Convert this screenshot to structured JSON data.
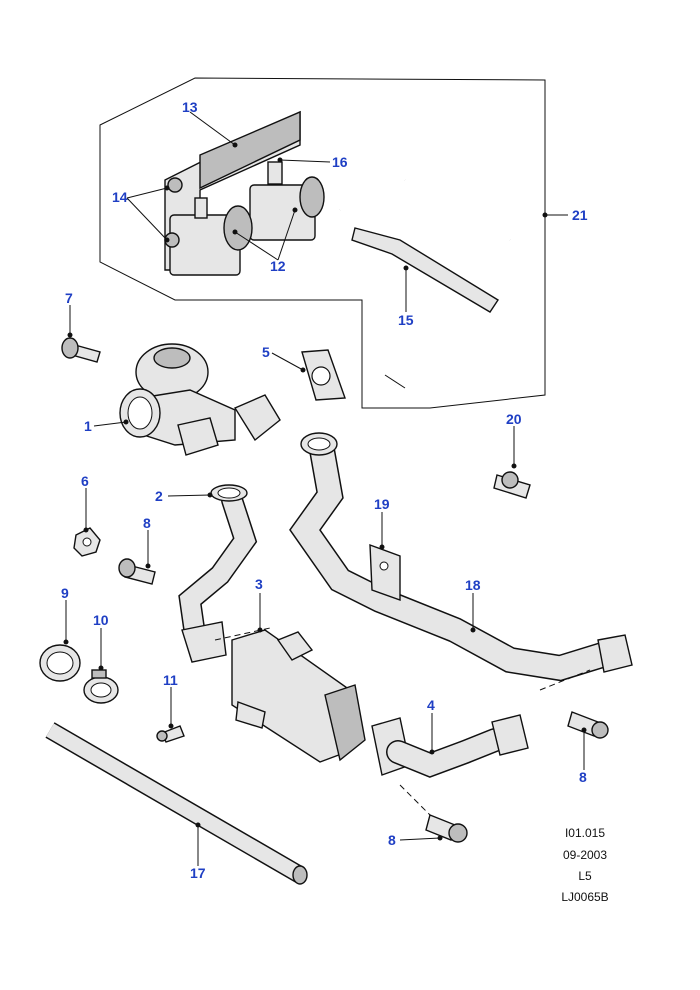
{
  "callouts": [
    {
      "id": "c1",
      "label": "1"
    },
    {
      "id": "c2",
      "label": "2"
    },
    {
      "id": "c3",
      "label": "3"
    },
    {
      "id": "c4",
      "label": "4"
    },
    {
      "id": "c5",
      "label": "5"
    },
    {
      "id": "c6",
      "label": "6"
    },
    {
      "id": "c7",
      "label": "7"
    },
    {
      "id": "c8a",
      "label": "8"
    },
    {
      "id": "c8b",
      "label": "8"
    },
    {
      "id": "c8c",
      "label": "8"
    },
    {
      "id": "c9",
      "label": "9"
    },
    {
      "id": "c10",
      "label": "10"
    },
    {
      "id": "c11",
      "label": "11"
    },
    {
      "id": "c12",
      "label": "12"
    },
    {
      "id": "c13",
      "label": "13"
    },
    {
      "id": "c14",
      "label": "14"
    },
    {
      "id": "c15",
      "label": "15"
    },
    {
      "id": "c16",
      "label": "16"
    },
    {
      "id": "c17",
      "label": "17"
    },
    {
      "id": "c18",
      "label": "18"
    },
    {
      "id": "c19",
      "label": "19"
    },
    {
      "id": "c20",
      "label": "20"
    },
    {
      "id": "c21",
      "label": "21"
    }
  ],
  "reference": {
    "code": "I01.015",
    "date": "09-2003",
    "variant": "L5",
    "drawing_number": "LJ0065B"
  },
  "colors": {
    "callout": "#1f3fc4",
    "line": "#111111",
    "part_fill": "#e6e6e6"
  }
}
